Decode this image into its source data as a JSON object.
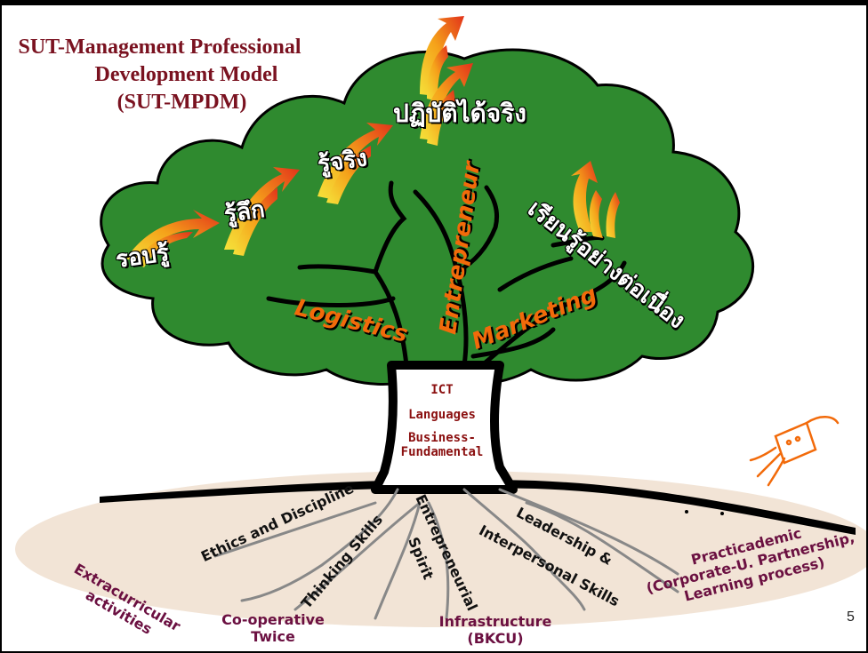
{
  "title": {
    "line1": "SUT-Management Professional",
    "line2": "Development Model",
    "line3": "(SUT-MPDM)"
  },
  "crown_labels": {
    "rob_ru": "รอบรู้",
    "ru_luek": "รู้ลึก",
    "ru_jing": "รู้จริง",
    "patibat": "ปฏิบัติได้จริง",
    "rian_ru": "เรียนรู้อย่างต่อเนื่อง"
  },
  "branches": {
    "logistics": "Logistics",
    "entrepreneur": "Entrepreneur",
    "marketing": "Marketing"
  },
  "trunk": {
    "ict": "ICT",
    "languages": "Languages",
    "business1": "Business-",
    "business2": "Fundamental"
  },
  "roots": {
    "ethics": "Ethics and Discipline",
    "thinking": "Thinking Skills",
    "entre_spirit1": "Entrepreneurial",
    "entre_spirit2": "Spirit",
    "leadership1": "Leadership &",
    "leadership2": "Interpersonal Skills"
  },
  "ground": {
    "extracurricular1": "Extracurricular",
    "extracurricular2": "activities",
    "coop1": "Co-operative",
    "coop2": "Twice",
    "infra1": "Infrastructure",
    "infra2": "(BKCU)",
    "practi1": "Practicademic",
    "practi2": "(Corporate-U. Partnership,",
    "practi3": "Learning process)"
  },
  "page_number": "5",
  "colors": {
    "foliage": "#2f8a2f",
    "title": "#7a1220",
    "orange": "#f26a0a",
    "ground": "#f2e4d6",
    "purple": "#6b1041"
  }
}
